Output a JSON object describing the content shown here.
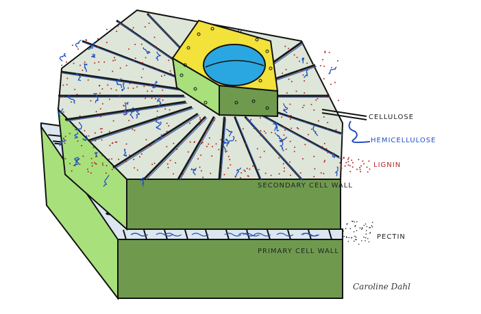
{
  "labels": {
    "cellulose": "Cellulose",
    "hemicellulose": "Hemicellulose",
    "lignin": "Lignin",
    "secondary_cell_wall": "Secondary cell wall",
    "primary_cell_wall": "Primary cell wall",
    "pectin": "Pectin"
  },
  "signature": "Caroline Dahl",
  "colors": {
    "front_face": "#6f9a4e",
    "side_face": "#a8e07c",
    "top_surface": "#dde6d8",
    "lumen_ring": "#f2e23a",
    "lumen": "#2aa7e0",
    "cellulose": "#1a1a1a",
    "hemicellulose": "#1f4fc0",
    "lignin": "#b22222"
  }
}
